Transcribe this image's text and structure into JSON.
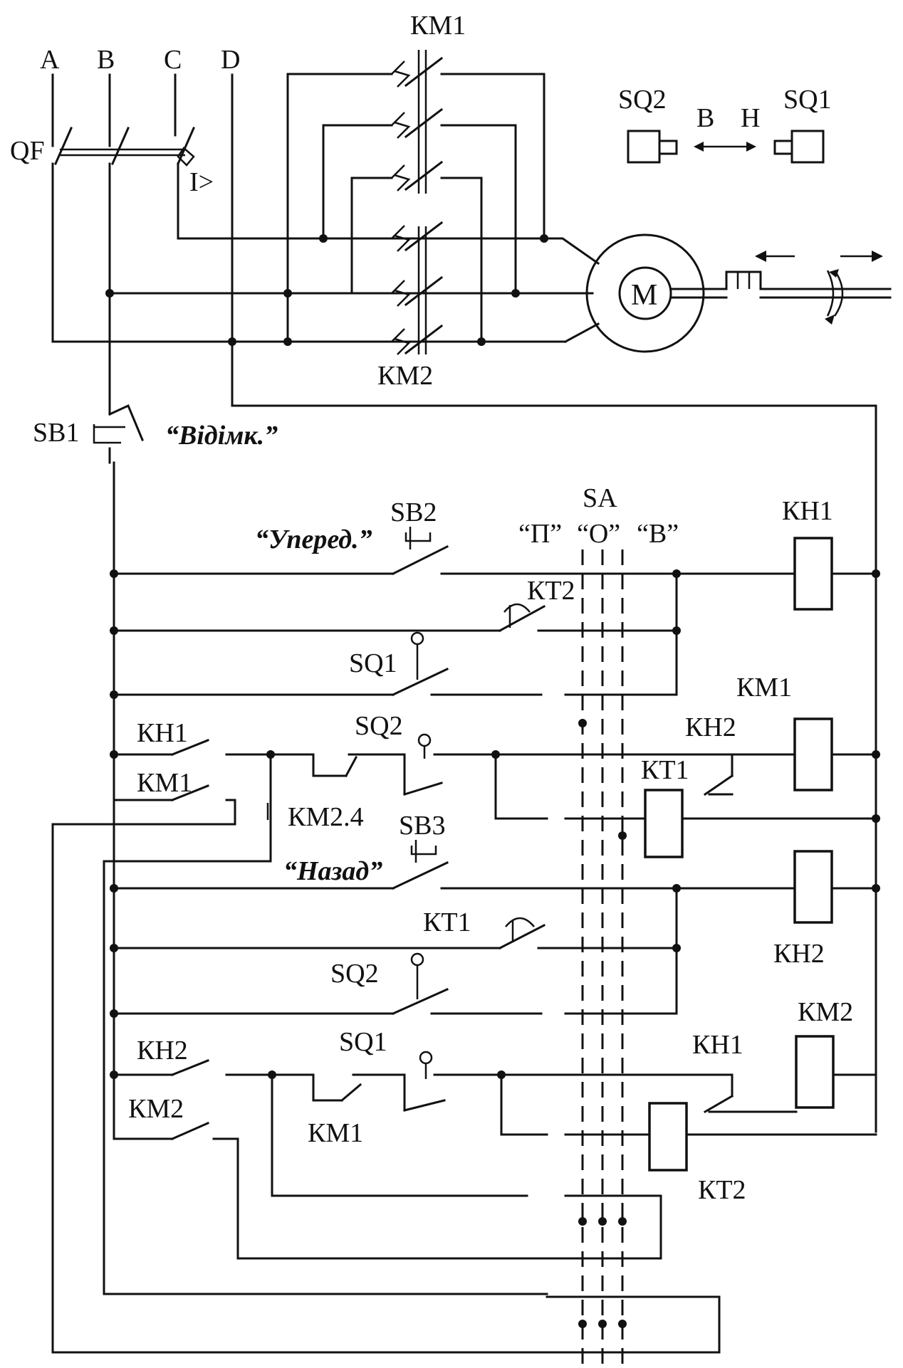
{
  "power": {
    "phases": [
      "A",
      "B",
      "C",
      "D"
    ],
    "breaker": "QF",
    "overcurrent": "I>",
    "contactor_forward": "КМ1",
    "contactor_reverse": "КМ2",
    "motor": "M"
  },
  "limits": {
    "sq2": "SQ2",
    "sq1": "SQ1",
    "dir_back": "В",
    "dir_fwd": "Н"
  },
  "control": {
    "sb1": "SB1",
    "sb1_caption": "“Відімк.”",
    "sb2": "SB2",
    "sb2_caption": "“Уперед.”",
    "sb3": "SB3",
    "sb3_caption": "“Назад”",
    "sa": "SA",
    "sa_p": "“П”",
    "sa_o": "“О”",
    "sa_v": "“В”",
    "kt1": "КТ1",
    "kt2": "КТ2",
    "kh1": "КН1",
    "kh2": "КН2",
    "km1": "КМ1",
    "km2": "КМ2",
    "sq1": "SQ1",
    "sq2": "SQ2",
    "km24": "КМ2.4"
  }
}
